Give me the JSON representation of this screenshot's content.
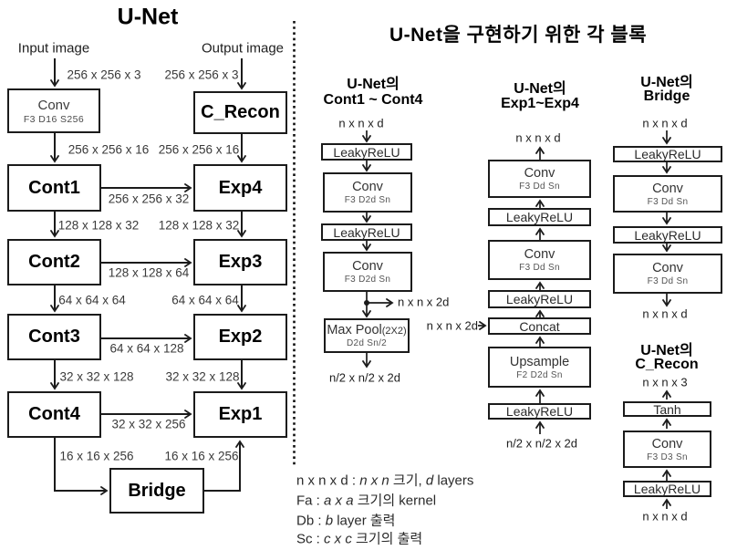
{
  "colors": {
    "ink": "#1b1b1b",
    "dim_text": "#3a3a3a",
    "background": "#ffffff"
  },
  "left_panel": {
    "title": "U-Net",
    "input_label": "Input image",
    "output_label": "Output image",
    "boxes": {
      "conv": "Conv",
      "conv_sub": "F3 D16 S256",
      "crecon": "C_Recon",
      "cont1": "Cont1",
      "cont2": "Cont2",
      "cont3": "Cont3",
      "cont4": "Cont4",
      "exp4": "Exp4",
      "exp3": "Exp3",
      "exp2": "Exp2",
      "exp1": "Exp1",
      "bridge": "Bridge"
    },
    "dims": {
      "in_left": "256 x 256 x 3",
      "in_right": "256 x 256 x 3",
      "c16_left": "256 x 256 x 16",
      "c16_right": "256 x 256 x 16",
      "c32_left": "128 x 128 x 32",
      "c32_right": "128 x 128 x 32",
      "c64_left": "64 x 64 x 64",
      "c64_right": "64 x 64 x 64",
      "c128_left": "32 x 32 x 128",
      "c128_right": "32 x 32 x 128",
      "c256_left": "16 x 16 x 256",
      "c256_right": "16 x 16 x 256",
      "skip1": "256 x 256 x 32",
      "skip2": "128 x 128 x 64",
      "skip3": "64 x 64 x 128",
      "skip4": "32 x 32 x 256"
    }
  },
  "right_panel": {
    "title": "U-Net을 구현하기 위한 각 블록",
    "cont_col": {
      "header1": "U-Net의",
      "header2": "Cont1 ~ Cont4",
      "input": "n x n x d",
      "relu1": "LeakyReLU",
      "conv1": "Conv",
      "conv1_sub": "F3 D2d Sn",
      "relu2": "LeakyReLU",
      "conv2": "Conv",
      "conv2_sub": "F3 D2d Sn",
      "branch_out": "n x n x 2d",
      "pool_main": "Max Pool",
      "pool_paren": "(2X2)",
      "pool_sub": "D2d Sn/2",
      "output": "n/2 x n/2 x 2d"
    },
    "exp_col": {
      "header1": "U-Net의",
      "header2": "Exp1~Exp4",
      "output": "n x n x d",
      "conv1": "Conv",
      "conv1_sub": "F3 Dd Sn",
      "relu1": "LeakyReLU",
      "conv2": "Conv",
      "conv2_sub": "F3 Dd Sn",
      "relu2": "LeakyReLU",
      "concat": "Concat",
      "concat_in": "n x n x 2d",
      "upsample": "Upsample",
      "upsample_sub": "F2 D2d Sn",
      "relu3": "LeakyReLU",
      "input": "n/2 x n/2 x 2d"
    },
    "bridge_col": {
      "header1": "U-Net의",
      "header2": "Bridge",
      "input": "n x n x d",
      "relu1": "LeakyReLU",
      "conv1": "Conv",
      "conv1_sub": "F3 Dd Sn",
      "relu2": "LeakyReLU",
      "conv2": "Conv",
      "conv2_sub": "F3 Dd Sn",
      "output": "n x n x d"
    },
    "crecon_col": {
      "header1": "U-Net의",
      "header2": "C_Recon",
      "output": "n x n x 3",
      "tanh": "Tanh",
      "conv": "Conv",
      "conv_sub": "F3 D3 Sn",
      "relu": "LeakyReLU",
      "input": "n x n x d"
    }
  },
  "legend": {
    "l1a": "n x n x d : ",
    "l1b": "n x n",
    "l1c": " 크기, ",
    "l1d": "d",
    "l1e": " layers",
    "l2a": "Fa :  ",
    "l2b": "a x a",
    "l2c": " 크기의 kernel",
    "l3a": "Db : ",
    "l3b": "b",
    "l3c": " layer 출력",
    "l4a": "Sc : ",
    "l4b": "c x c",
    "l4c": " 크기의 출력"
  }
}
